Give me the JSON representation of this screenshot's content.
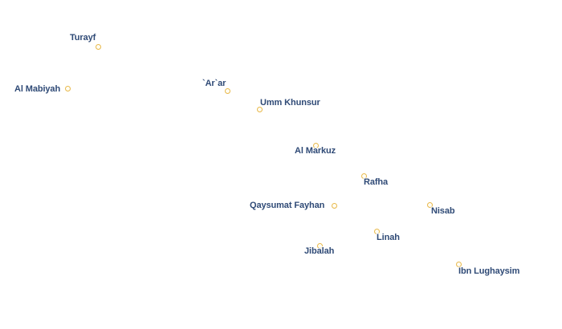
{
  "map": {
    "places": [
      {
        "id": "turayf",
        "name": "Turayf"
      },
      {
        "id": "al-mabiyah",
        "name": "Al Mabiyah"
      },
      {
        "id": "arar",
        "name": "`Ar`ar"
      },
      {
        "id": "umm-khunsur",
        "name": "Umm Khunsur"
      },
      {
        "id": "al-markuz",
        "name": "Al Markuz"
      },
      {
        "id": "rafha",
        "name": "Rafha"
      },
      {
        "id": "qaysumat-fayhan",
        "name": "Qaysumat Fayhan"
      },
      {
        "id": "nisab",
        "name": "Nisab"
      },
      {
        "id": "linah",
        "name": "Linah"
      },
      {
        "id": "jibalah",
        "name": "Jibalah"
      },
      {
        "id": "ibn-lughaysim",
        "name": "Ibn Lughaysim"
      }
    ],
    "colors": {
      "label": "#2f4a76",
      "label_halo": "#ffffff",
      "marker_stroke": "#e8b84a",
      "background": "#ffffff"
    }
  }
}
